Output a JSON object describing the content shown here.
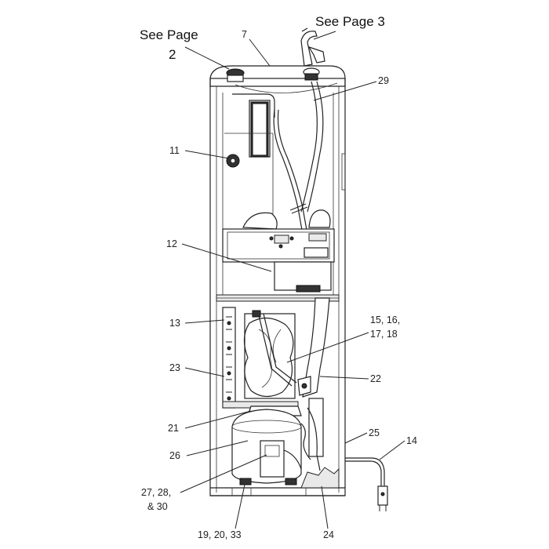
{
  "callouts": {
    "see_page_2_line1": "See Page",
    "see_page_2_line2": "2",
    "see_page_3": "See Page 3",
    "c7": "7",
    "c29": "29",
    "c11": "11",
    "c12": "12",
    "c13": "13",
    "c15_line1": "15, 16,",
    "c15_line2": "17, 18",
    "c23": "23",
    "c22": "22",
    "c21": "21",
    "c25": "25",
    "c14": "14",
    "c26": "26",
    "c27_line1": "27, 28,",
    "c27_line2": "& 30",
    "c19": "19, 20, 33",
    "c24": "24"
  }
}
